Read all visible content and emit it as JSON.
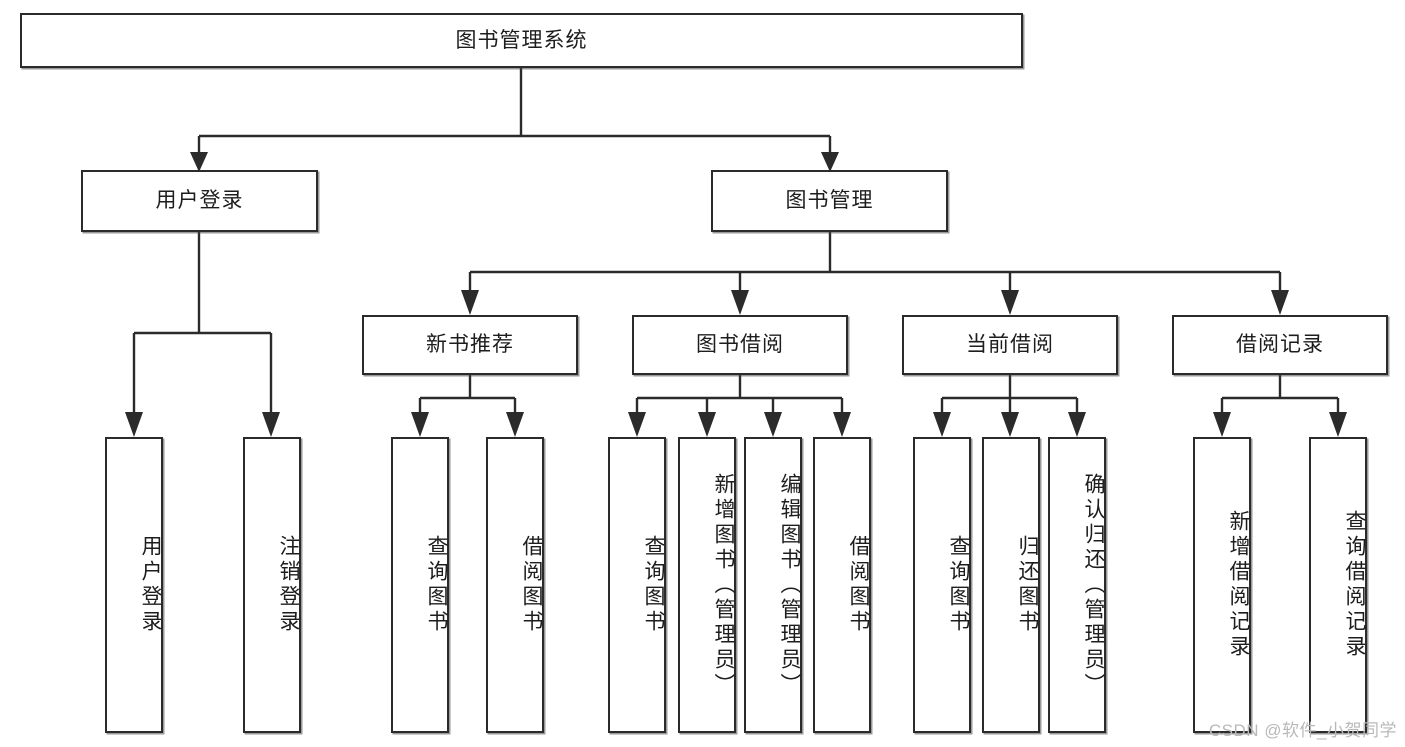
{
  "diagram": {
    "title": "图书管理系统",
    "type": "hierarchy-flowchart",
    "watermark": "CSDN @软件_小贺同学",
    "colors": {
      "stroke": "#2b2b2b",
      "fill": "#ffffff",
      "text": "#1d1d1d",
      "watermark": "#b9b9b9"
    },
    "levels": {
      "root": {
        "label": "图书管理系统"
      },
      "level2": [
        {
          "label": "用户登录"
        },
        {
          "label": "图书管理"
        }
      ],
      "level3": [
        {
          "label": "新书推荐"
        },
        {
          "label": "图书借阅"
        },
        {
          "label": "当前借阅"
        },
        {
          "label": "借阅记录"
        }
      ],
      "leaves": {
        "user_login": [
          {
            "label": "用户登录"
          },
          {
            "label": "注销登录"
          }
        ],
        "new_book_recommend": [
          {
            "label": "查询图书"
          },
          {
            "label": "借阅图书"
          }
        ],
        "book_borrow": [
          {
            "label": "查询图书"
          },
          {
            "label": "新增图书（管理员）"
          },
          {
            "label": "编辑图书（管理员）"
          },
          {
            "label": "借阅图书"
          }
        ],
        "current_borrow": [
          {
            "label": "查询图书"
          },
          {
            "label": "归还图书"
          },
          {
            "label": "确认归还（管理员）"
          }
        ],
        "borrow_record": [
          {
            "label": "新增借阅记录"
          },
          {
            "label": "查询借阅记录"
          }
        ]
      }
    }
  }
}
